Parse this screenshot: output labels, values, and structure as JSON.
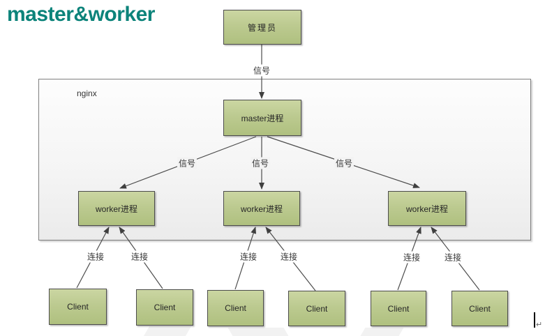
{
  "title": "master&worker",
  "colors": {
    "title_accent": "#0c837a",
    "node_fill_top": "#cbd6a2",
    "node_fill_bottom": "#afc07f",
    "node_border": "#4c4c4c",
    "panel_border": "#7f7f7f",
    "wire": "#4d4d4d"
  },
  "container": {
    "label": "nginx"
  },
  "nodes": {
    "admin": {
      "label": "管理员"
    },
    "master": {
      "label": "master进程"
    },
    "workers": [
      {
        "label": "worker进程"
      },
      {
        "label": "worker进程"
      },
      {
        "label": "worker进程"
      }
    ],
    "clients": [
      {
        "label": "Client"
      },
      {
        "label": "Client"
      },
      {
        "label": "Client"
      },
      {
        "label": "Client"
      },
      {
        "label": "Client"
      },
      {
        "label": "Client"
      }
    ]
  },
  "edge_labels": {
    "admin_signal": "信号",
    "signals": [
      "信号",
      "信号",
      "信号"
    ],
    "connections": [
      "连接",
      "连接",
      "连接",
      "连接",
      "连接",
      "连接"
    ]
  },
  "cursor": {
    "return_mark": "↵"
  }
}
